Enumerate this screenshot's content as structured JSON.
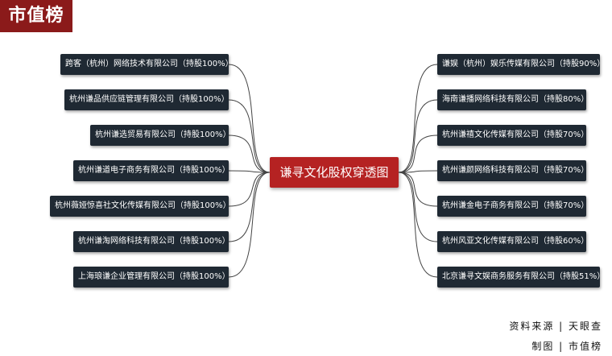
{
  "brand": {
    "logo_text": "市值榜"
  },
  "center": {
    "label": "谦寻文化股权穿透图"
  },
  "left_companies": [
    "跨客（杭州）网络技术有限公司（持股100%）",
    "杭州谦品供应链管理有限公司（持股100%）",
    "杭州谦选贸易有限公司（持股100%）",
    "杭州谦道电子商务有限公司（持股100%）",
    "杭州薇娅惊喜社文化传媒有限公司（持股100%）",
    "杭州谦淘网络科技有限公司（持股100%）",
    "上海琅谦企业管理有限公司（持股100%）"
  ],
  "right_companies": [
    "谦娱（杭州）娱乐传媒有限公司（持股90%）",
    "海南谦播网络科技有限公司（持股80%）",
    "杭州谦禧文化传媒有限公司（持股70%）",
    "杭州谦颜网络科技有限公司（持股70%）",
    "杭州谦金电子商务有限公司（持股70%）",
    "杭州风亚文化传媒有限公司（持股60%）",
    "北京谦寻文娱商务服务有限公司（持股51%）"
  ],
  "footer": {
    "source": "资料来源 | 天眼查",
    "made_by": "制图 | 市值榜"
  },
  "colors": {
    "center": "#b52222",
    "box": "#1f2933",
    "logo": "#8b1a1a",
    "line": "#444444"
  }
}
